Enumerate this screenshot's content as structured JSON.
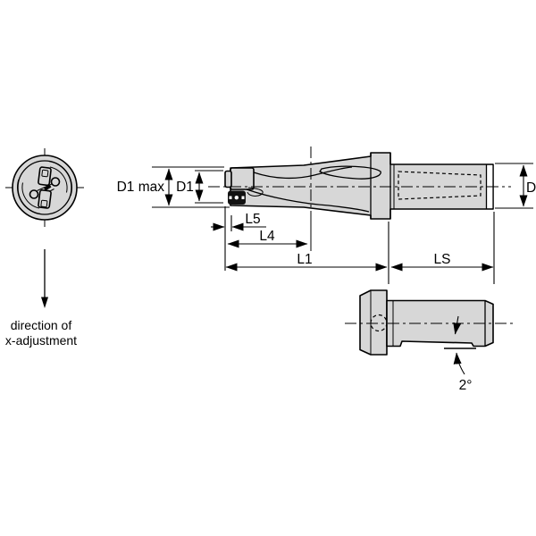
{
  "dimensions": {
    "d1_max": "D1 max",
    "d1": "D1",
    "l5": "L5",
    "l4": "L4",
    "l1": "L1",
    "ls": "LS",
    "d": "D",
    "flat_angle": "2°"
  },
  "notes": {
    "direction_line1": "direction of",
    "direction_line2": "x-adjustment"
  },
  "colors": {
    "part_fill": "#d7d7d7",
    "outline": "#000000",
    "background": "#ffffff",
    "insert_fill": "#111111"
  }
}
